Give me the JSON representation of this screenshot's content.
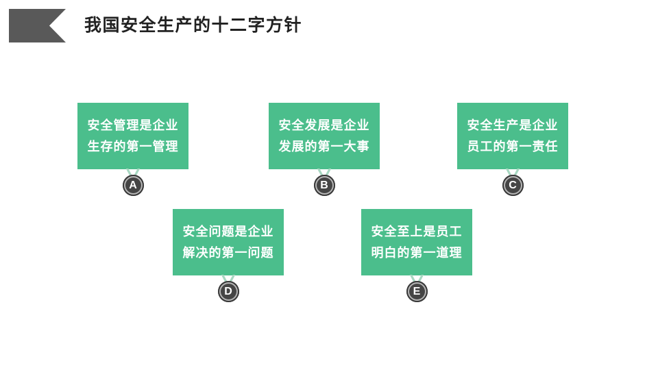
{
  "slide": {
    "title": "我国安全生产的十二字方针",
    "cards": [
      {
        "letter": "A",
        "line1": "安全管理是企业",
        "line2": "生存的第一管理"
      },
      {
        "letter": "B",
        "line1": "安全发展是企业",
        "line2": "发展的第一大事"
      },
      {
        "letter": "C",
        "line1": "安全生产是企业",
        "line2": "员工的第一责任"
      },
      {
        "letter": "D",
        "line1": "安全问题是企业",
        "line2": "解决的第一问题"
      },
      {
        "letter": "E",
        "line1": "安全至上是员工",
        "line2": "明白的第一道理"
      }
    ],
    "colors": {
      "box_green": "#4bbe8c",
      "ribbon_green": "#a8d8c2",
      "medal_dark": "#454545",
      "medal_ring_dark": "#383838",
      "medal_ring_light": "#b5b5b5",
      "flag_gray": "#595959",
      "title_color": "#212121"
    }
  }
}
